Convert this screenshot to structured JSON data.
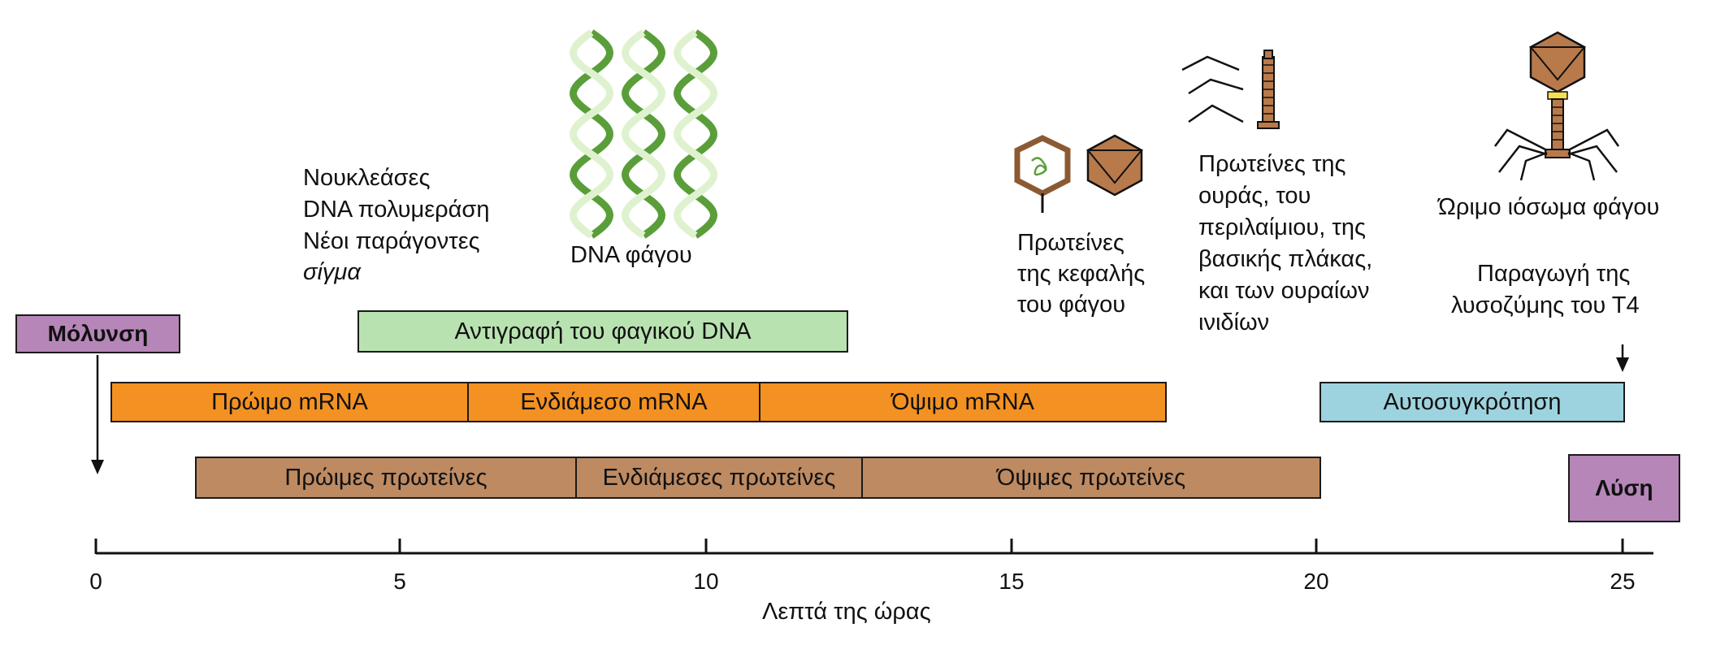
{
  "infection_label": "Μόλυνση",
  "lysis_label": "Λύση",
  "enzymes": {
    "line1": "Νουκλεάσες",
    "line2": "DNA πολυμεράση",
    "line3": "Νέοι παράγοντες",
    "line4": "σίγμα"
  },
  "dna_label": "DNA φάγου",
  "head_proteins": {
    "line1": "Πρωτείνες",
    "line2": "της κεφαλής",
    "line3": "του φάγου"
  },
  "tail_proteins": {
    "line1": "Πρωτείνες της",
    "line2": "ουράς, του",
    "line3": "περιλαίμιου, της",
    "line4": "βασικής πλάκας,",
    "line5": "και των ουραίων",
    "line6": "ινιδίων"
  },
  "mature_virion": "Ώριμο ιόσωμα φάγου",
  "lysozyme": {
    "line1": "Παραγωγή της",
    "line2": "λυσοζύμης του Τ4"
  },
  "bars": {
    "dna_replication": "Αντιγραφή του φαγικού DNA",
    "early_mrna": "Πρώιμο mRNA",
    "middle_mrna": "Ενδιάμεσο mRNA",
    "late_mrna": "Όψιμο mRNA",
    "assembly": "Αυτοσυγκρότηση",
    "early_proteins": "Πρώιμες πρωτείνες",
    "middle_proteins": "Ενδιάμεσες πρωτείνες",
    "late_proteins": "Όψιμες πρωτείνες"
  },
  "axis": {
    "label": "Λεπτά της ώρας",
    "ticks": [
      "0",
      "5",
      "10",
      "15",
      "20",
      "25"
    ]
  },
  "colors": {
    "mrna": "#f39122",
    "protein": "#bd8a62",
    "replication": "#b9e2b1",
    "assembly": "#9dd3de",
    "event": "#b686b8",
    "phage_brown": "#b87a4b",
    "dna_green": "#5a9e3a",
    "collar_yellow": "#f4e04d"
  }
}
